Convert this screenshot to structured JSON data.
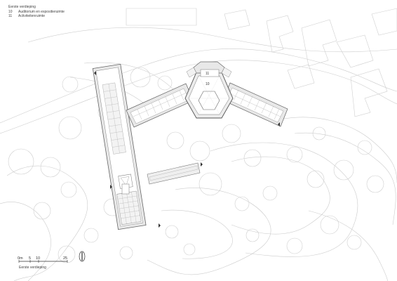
{
  "legend": {
    "title": "Eerste verdieping",
    "items": [
      {
        "num": "10",
        "label": "Auditorium en expositieruimte"
      },
      {
        "num": "11",
        "label": "Activiteitenruimte"
      }
    ]
  },
  "scale_bar": {
    "labels": [
      "0m",
      "5",
      "10",
      "25"
    ]
  },
  "caption": "Eerste verdieping",
  "room_labels": {
    "auditorium": "10",
    "activity": "11"
  },
  "colors": {
    "line": "#777777",
    "light_line": "#c8c8c8",
    "wall_fill": "#e6e6e6",
    "grid": "#999999"
  }
}
